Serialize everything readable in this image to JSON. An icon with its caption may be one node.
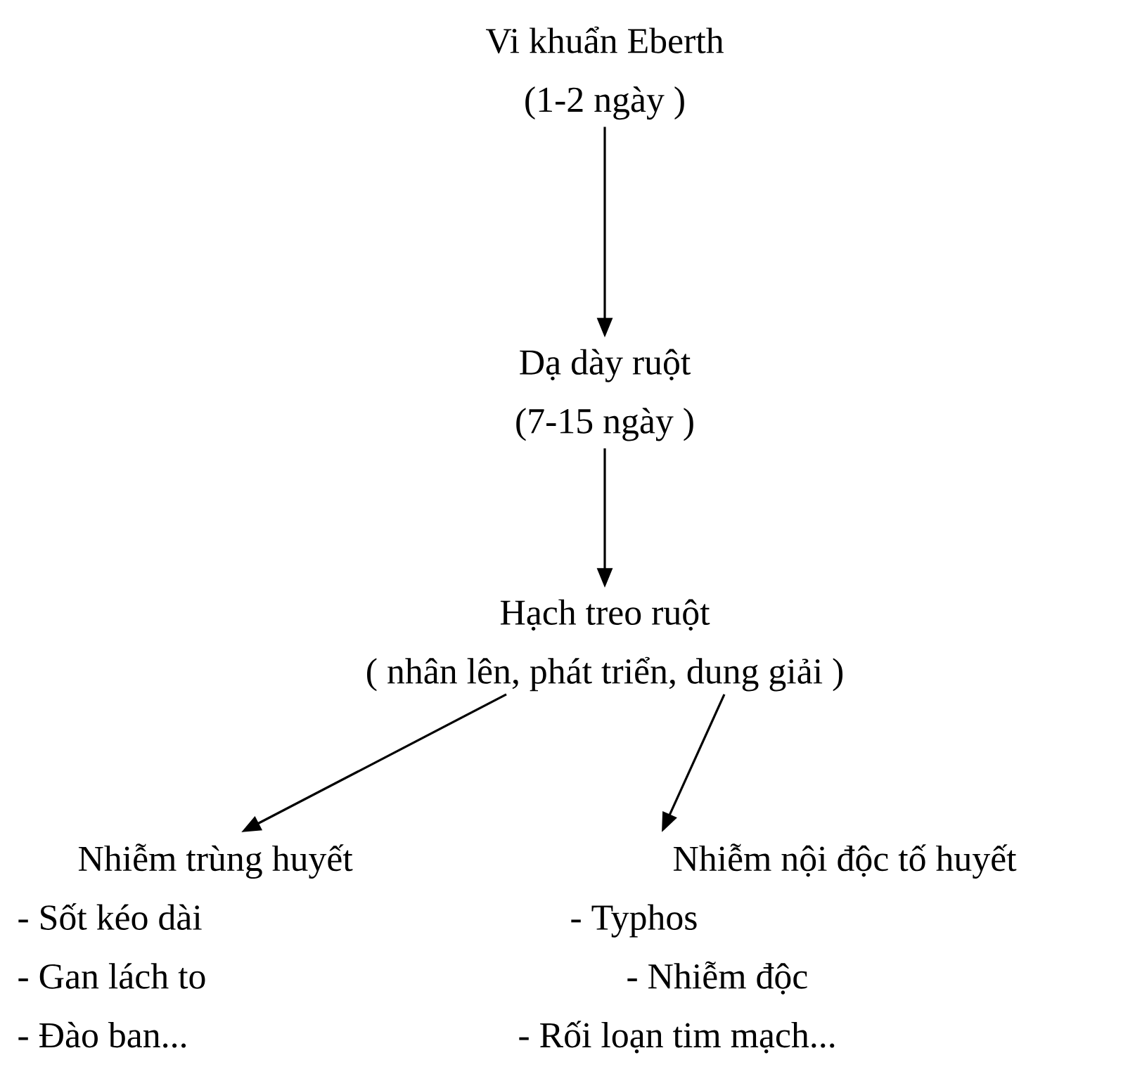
{
  "diagram": {
    "nodes": [
      {
        "text": [
          "Vi khuẩn Eberth",
          "(1-2 ngày )"
        ]
      },
      {
        "text": [
          "Dạ dày ruột",
          "(7-15 ngày )"
        ]
      },
      {
        "text": [
          "Hạch treo ruột",
          "( nhân lên, phát triển, dung giải )"
        ]
      },
      {
        "text": [
          "Nhiễm trùng huyết",
          "- Sốt kéo dài",
          "- Gan lách to",
          "- Đào ban..."
        ]
      },
      {
        "text": [
          "Nhiễm nội độc tố huyết",
          "- Typhos",
          "- Nhiễm độc",
          "- Rối loạn tim mạch..."
        ]
      }
    ],
    "edges": [
      {
        "from": 0,
        "to": 1,
        "arrow": "to"
      },
      {
        "from": 1,
        "to": 2,
        "arrow": "to"
      },
      {
        "from": 2,
        "to": 3,
        "arrow": "to"
      },
      {
        "from": 2,
        "to": 4,
        "arrow": "to"
      }
    ]
  }
}
